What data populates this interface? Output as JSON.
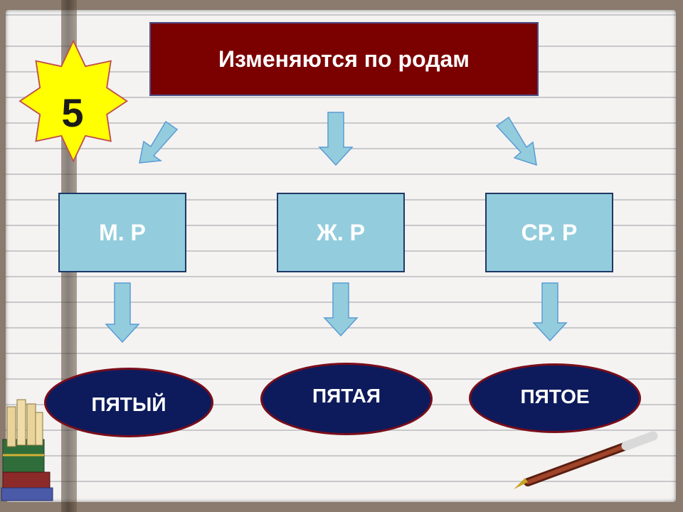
{
  "badge": {
    "number": "5"
  },
  "title": "Изменяются по родам",
  "genders": [
    {
      "label": "М. Р"
    },
    {
      "label": "Ж. Р"
    },
    {
      "label": "СР. Р"
    }
  ],
  "forms": [
    {
      "label": "ПЯТЫЙ"
    },
    {
      "label": "ПЯТАЯ"
    },
    {
      "label": "ПЯТОЕ"
    }
  ],
  "colors": {
    "title_fill": "#7b0000",
    "gender_fill": "#93cddd",
    "form_fill": "#0d1b5c",
    "badge_fill": "#ffff00",
    "arrow_fill": "#93cddd"
  }
}
